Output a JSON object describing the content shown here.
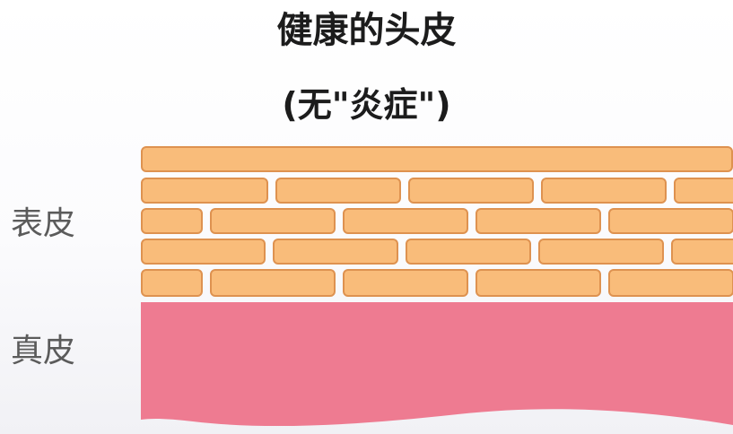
{
  "title": {
    "main": "健康的头皮",
    "sub": "(无\"炎症\")"
  },
  "layers": {
    "epidermis": "表皮",
    "dermis": "真皮"
  },
  "colors": {
    "brick_fill": "#f9bc7a",
    "brick_border": "#de9250",
    "dermis": "#ee7b91",
    "title_text": "#1c1c1c",
    "label_text": "#5b5b5b"
  }
}
